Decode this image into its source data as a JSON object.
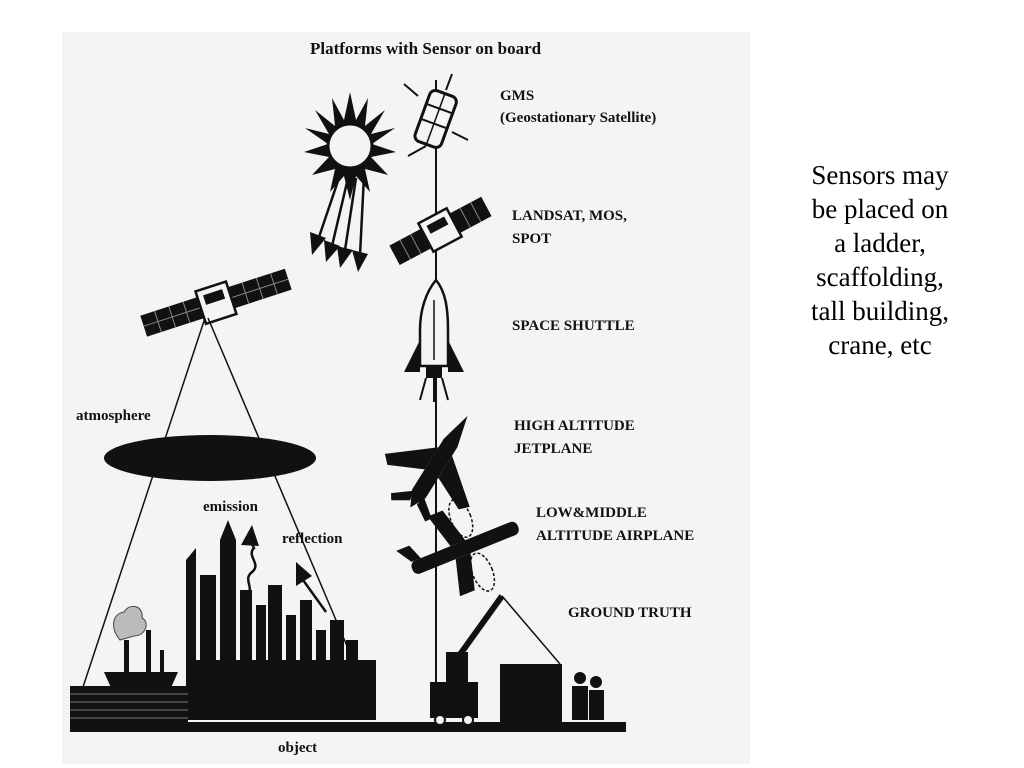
{
  "diagram": {
    "title": "Platforms with Sensor on board",
    "platforms": [
      {
        "lines": [
          "GMS",
          "(Geostationary Satellite)"
        ]
      },
      {
        "lines": [
          "LANDSAT, MOS,",
          "SPOT"
        ]
      },
      {
        "lines": [
          "SPACE SHUTTLE"
        ]
      },
      {
        "lines": [
          "HIGH ALTITUDE",
          "JETPLANE"
        ]
      },
      {
        "lines": [
          "LOW&MIDDLE",
          "ALTITUDE AIRPLANE"
        ]
      },
      {
        "lines": [
          "GROUND TRUTH"
        ]
      }
    ],
    "labels": {
      "atmosphere": "atmosphere",
      "emission": "emission",
      "reflection": "reflection",
      "object": "object"
    }
  },
  "side_note": {
    "lines": [
      "Sensors may",
      "be placed on",
      "a ladder,",
      "scaffolding,",
      "tall building,",
      "crane, etc"
    ]
  },
  "colors": {
    "background": "#ffffff",
    "figure_bg": "#f4f4f2",
    "ink": "#111111"
  }
}
